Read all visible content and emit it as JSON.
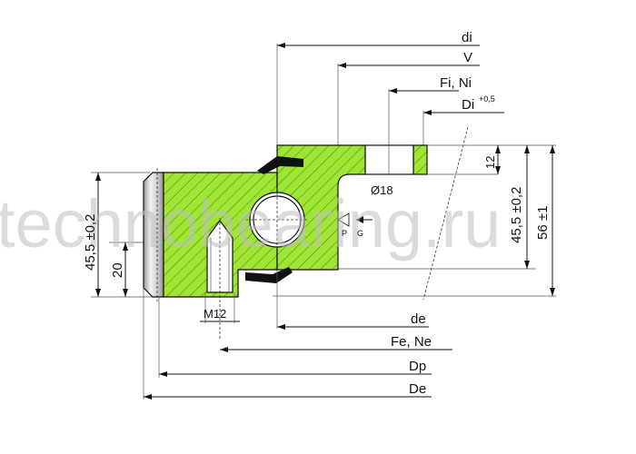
{
  "labels": {
    "di": "di",
    "V": "V",
    "Fi_Ni": "Fi, Ni",
    "Di": "Di",
    "Di_tol": "+0,5",
    "dim_12": "12",
    "bore": "Ø18",
    "dim_45_left": "45,5 ±0,2",
    "dim_20": "20",
    "dim_45_right": "45,5 ±0,2",
    "dim_56": "56 ±1",
    "P": "P",
    "G": "G",
    "M12": "M12",
    "de": "de",
    "Fe_Ne": "Fe, Ne",
    "Dp": "Dp",
    "De": "De"
  },
  "watermark": "technobearing.ru",
  "colors": {
    "ring": "#9ee633",
    "hatch": "#3c5a14",
    "seal": "#111111",
    "ring_face": "#d9d9d9"
  }
}
